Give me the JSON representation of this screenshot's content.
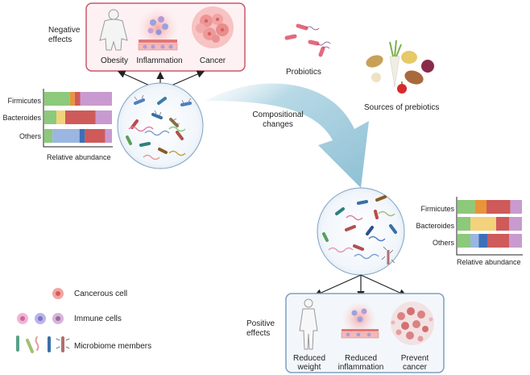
{
  "negative_box": {
    "heading": "Negative\neffects",
    "items": [
      "Obesity",
      "Inflammation",
      "Cancer"
    ]
  },
  "positive_box": {
    "heading": "Positive\neffects",
    "items": [
      "Reduced\nweight",
      "Reduced\ninflammation",
      "Prevent\ncancer"
    ]
  },
  "labels": {
    "probiotics": "Probiotics",
    "prebiotics": "Sources of prebiotics",
    "compositional": "Compositional\nchanges"
  },
  "chart_before": {
    "rows": [
      "Firmicutes",
      "Bacteroides",
      "Others"
    ],
    "xlabel": "Relative abundance"
  },
  "chart_after": {
    "rows": [
      "Firmicutes",
      "Bacteroides",
      "Others"
    ],
    "xlabel": "Relative abundance"
  },
  "legend": {
    "items": [
      "Cancerous cell",
      "Immune cells",
      "Microbiome members"
    ]
  },
  "chart_data": [
    {
      "type": "bar",
      "orientation": "horizontal-stacked",
      "categories": [
        "Firmicutes",
        "Bacteroides",
        "Others"
      ],
      "xlabel": "Relative abundance",
      "segment_colors": [
        "#8cc97a",
        "#e8943a",
        "#f2d27a",
        "#9bb6e0",
        "#3d6fb8",
        "#cf5a5a",
        "#c99ad0"
      ],
      "rows": [
        {
          "name": "Firmicutes",
          "segments": [
            0.38,
            0.07,
            0,
            0,
            0,
            0.08,
            0.47
          ]
        },
        {
          "name": "Bacteroides",
          "segments": [
            0.18,
            0,
            0.13,
            0,
            0,
            0.45,
            0.24
          ]
        },
        {
          "name": "Others",
          "segments": [
            0.12,
            0,
            0,
            0.4,
            0.08,
            0.3,
            0.1
          ]
        }
      ]
    },
    {
      "type": "bar",
      "orientation": "horizontal-stacked",
      "categories": [
        "Firmicutes",
        "Bacteroides",
        "Others"
      ],
      "xlabel": "Relative abundance",
      "segment_colors": [
        "#8cc97a",
        "#e8943a",
        "#f2d27a",
        "#9bb6e0",
        "#3d6fb8",
        "#cf5a5a",
        "#c99ad0"
      ],
      "rows": [
        {
          "name": "Firmicutes",
          "segments": [
            0.27,
            0.18,
            0,
            0,
            0,
            0.37,
            0.18
          ]
        },
        {
          "name": "Bacteroides",
          "segments": [
            0.2,
            0,
            0.4,
            0,
            0,
            0.2,
            0.2
          ]
        },
        {
          "name": "Others",
          "segments": [
            0.2,
            0,
            0,
            0.13,
            0.14,
            0.33,
            0.2
          ]
        }
      ]
    }
  ]
}
